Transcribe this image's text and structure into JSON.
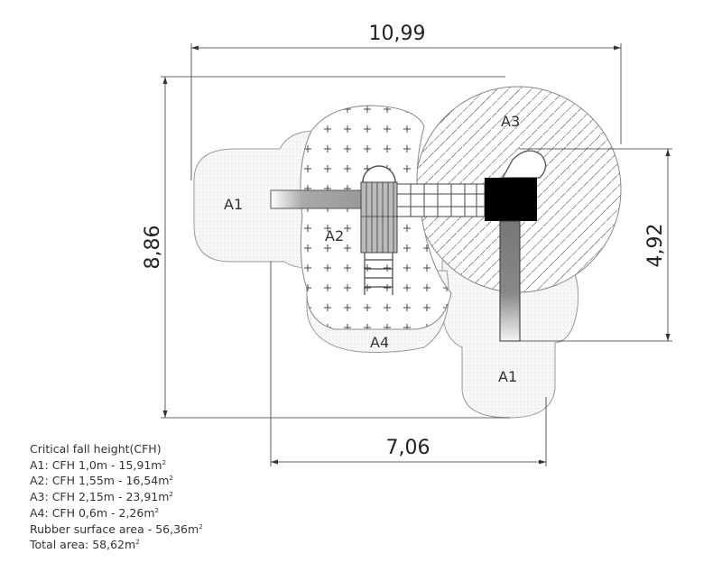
{
  "dimensions": {
    "total_width": "10,99",
    "total_height": "8,86",
    "tower_height": "4,92",
    "bottom_width": "7,06"
  },
  "zones": {
    "a1_left": "A1",
    "a1_bottom": "A1",
    "a2": "A2",
    "a3": "A3",
    "a4": "A4"
  },
  "legend": {
    "title": "Critical fall height(CFH)",
    "rows": [
      {
        "text": "A1: CFH 1,0m - 15,91m",
        "sup": "2"
      },
      {
        "text": "A2: CFH 1,55m - 16,54m",
        "sup": "2"
      },
      {
        "text": "A3: CFH 2,15m - 23,91m",
        "sup": "2"
      },
      {
        "text": "A4: CFH 0,6m - 2,26m",
        "sup": "2"
      },
      {
        "text": "Rubber surface area - 56,36m",
        "sup": "2"
      },
      {
        "text": "Total area: 58,62m",
        "sup": "2"
      }
    ]
  }
}
